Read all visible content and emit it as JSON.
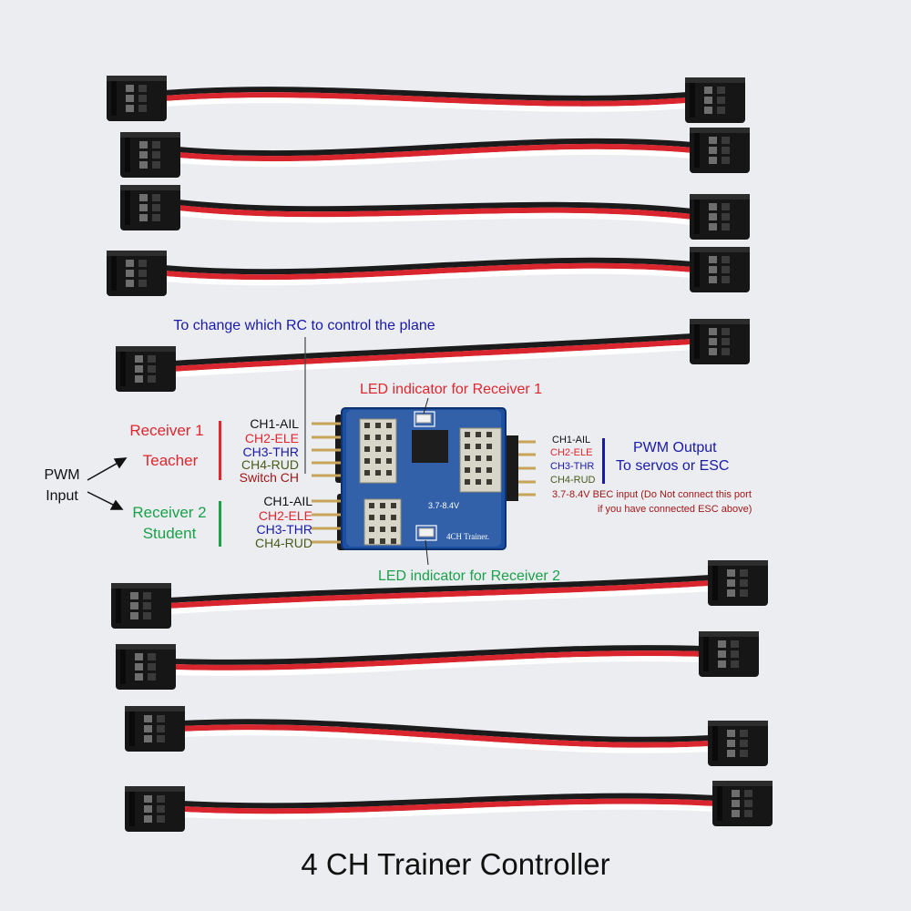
{
  "caption": "4 CH Trainer Controller",
  "colors": {
    "background": "#ebedf1",
    "wire_black": "#1b1b1b",
    "wire_red": "#d9262e",
    "wire_white": "#ffffff",
    "connector": "#161616",
    "pcb_blue": "#1b4fa0",
    "label_red": "#e0262e",
    "label_blue": "#1a1aa8",
    "label_green": "#1aa14a",
    "label_olive": "#4a5a1a",
    "label_darkred": "#a01818",
    "label_black": "#111111"
  },
  "pcb": {
    "silkscreen_voltage": "3.7-8.4V",
    "silkscreen_name": "4CH Trainer."
  },
  "annotations": {
    "top_note": "To change which RC to control the plane",
    "led1": "LED indicator for Receiver 1",
    "led2": "LED indicator for Receiver 2",
    "pwm_input_line1": "PWM",
    "pwm_input_line2": "Input",
    "receiver1": {
      "title": "Receiver 1",
      "role": "Teacher",
      "channels": [
        "CH1-AIL",
        "CH2-ELE",
        "CH3-THR",
        "CH4-RUD",
        "Switch CH"
      ]
    },
    "receiver2": {
      "title": "Receiver 2",
      "role": "Student",
      "channels": [
        "CH1-AIL",
        "CH2-ELE",
        "CH3-THR",
        "CH4-RUD"
      ]
    },
    "output": {
      "title_line1": "PWM Output",
      "title_line2": "To servos or ESC",
      "channels": [
        "CH1-AIL",
        "CH2-ELE",
        "CH3-THR",
        "CH4-RUD"
      ]
    },
    "bec_note_line1": "3.7-8.4V BEC input (Do Not connect this port",
    "bec_note_line2": "if you have connected ESC above)"
  }
}
